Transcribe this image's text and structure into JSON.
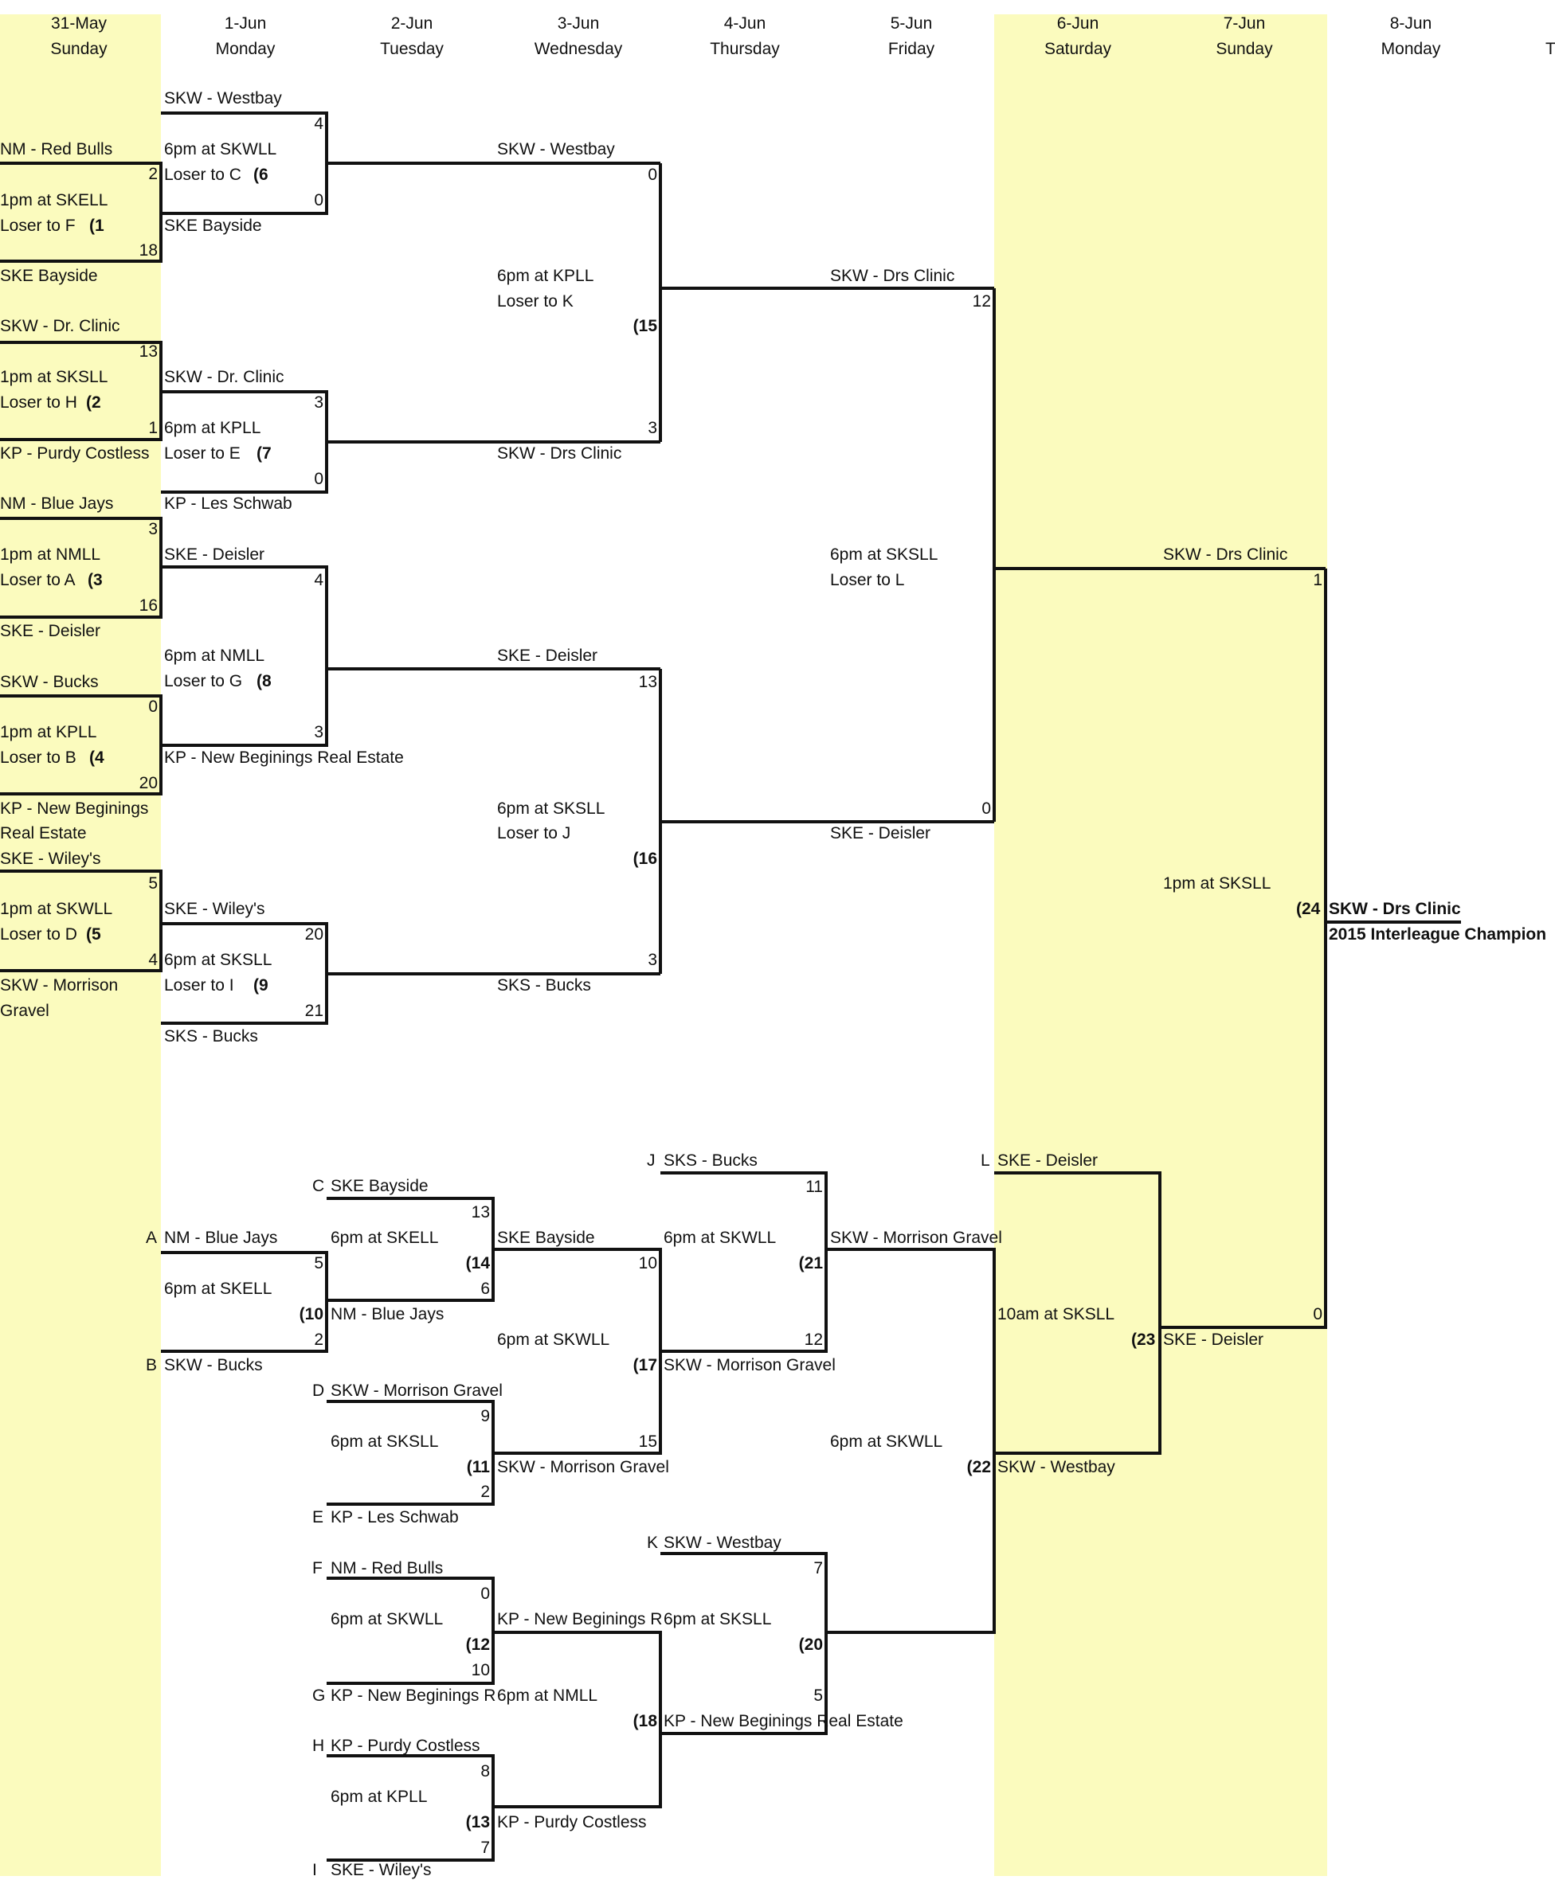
{
  "days": [
    {
      "date": "31-May",
      "dow": "Sunday"
    },
    {
      "date": "1-Jun",
      "dow": "Monday"
    },
    {
      "date": "2-Jun",
      "dow": "Tuesday"
    },
    {
      "date": "3-Jun",
      "dow": "Wednesday"
    },
    {
      "date": "4-Jun",
      "dow": "Thursday"
    },
    {
      "date": "5-Jun",
      "dow": "Friday"
    },
    {
      "date": "6-Jun",
      "dow": "Saturday"
    },
    {
      "date": "7-Jun",
      "dow": "Sunday"
    },
    {
      "date": "8-Jun",
      "dow": "Monday"
    },
    {
      "date": "T",
      "dow": ""
    }
  ],
  "labels": [
    "NM - Red Bulls",
    "2",
    "1pm at SKELL",
    "Loser to F",
    "(1",
    "18",
    "SKE Bayside",
    "SKW - Dr. Clinic",
    "13",
    "1pm at SKSLL",
    "Loser to H",
    "(2",
    "1",
    "KP - Purdy Costless",
    "NM - Blue Jays",
    "3",
    "1pm at  NMLL",
    "Loser to A",
    "(3",
    "16",
    "SKE - Deisler",
    "SKW - Bucks",
    "0",
    "1pm at KPLL",
    "Loser to B",
    "(4",
    "20",
    "KP - New Beginings",
    "Real Estate",
    "SKE - Wiley's",
    "5",
    "1pm at SKWLL",
    "Loser to D",
    "(5",
    "4",
    "SKW - Morrison",
    "Gravel",
    "SKW - Westbay",
    "4",
    "6pm at SKWLL",
    "Loser to C",
    "(6",
    "0",
    "SKE Bayside",
    "SKW - Dr. Clinic",
    "3",
    "6pm at KPLL",
    "Loser to E",
    "(7",
    "0",
    "KP - Les Schwab",
    "SKE - Deisler",
    "4",
    "6pm at NMLL",
    "Loser to G",
    "(8",
    "3",
    "KP - New Beginings Real Estate",
    "SKE - Wiley's",
    "20",
    "6pm at SKSLL",
    "Loser to I",
    "(9",
    "21",
    "SKS - Bucks",
    "SKW - Westbay",
    "0",
    "6pm at KPLL",
    "Loser to K",
    "(15",
    "3",
    "SKW - Drs Clinic",
    "SKE - Deisler",
    "13",
    "6pm at SKSLL",
    "Loser to J",
    "(16",
    "3",
    "SKS - Bucks",
    "SKW - Drs Clinic",
    "12",
    "6pm at SKSLL",
    "Loser to L",
    "0",
    "SKE - Deisler",
    "SKW - Drs Clinic",
    "1",
    "1pm at SKSLL",
    "(24",
    "SKW - Drs Clinic",
    "2015 Interleague Champion",
    "A",
    "NM - Blue Jays",
    "5",
    "6pm at SKELL",
    "(10",
    "2",
    "B",
    "SKW - Bucks",
    "C",
    "SKE Bayside",
    "13",
    "6pm at SKELL",
    "(14",
    "6",
    "NM - Blue Jays",
    "D",
    "SKW - Morrison Gravel",
    "9",
    "6pm at SKSLL",
    "(11",
    "2",
    "E",
    "KP - Les Schwab",
    "F",
    "NM - Red Bulls",
    "0",
    "6pm at SKWLL",
    "(12",
    "10",
    "G",
    "KP - New Beginings R",
    "H",
    "KP - Purdy Costless",
    "8",
    "6pm at KPLL",
    "(13",
    "7",
    "I",
    "SKE - Wiley's",
    "SKE Bayside",
    "10",
    "6pm at SKWLL",
    "(17",
    "15",
    "SKW - Morrison Gravel",
    "KP - New Beginings R",
    "6pm at NMLL",
    "(18",
    "KP - Purdy Costless",
    "J",
    "SKS - Bucks",
    "11",
    "6pm at SKWLL",
    "(21",
    "12",
    "SKW - Morrison Gravel",
    "K",
    "SKW - Westbay",
    "7",
    "6pm at SKSLL",
    "(20",
    "5",
    "KP - New Beginings Real Estate",
    "SKW - Morrison Gravel",
    "6pm at SKWLL",
    "(22",
    "SKW - Westbay",
    "L",
    "SKE - Deisler",
    "10am at SKSLL",
    "(23",
    "0",
    "SKE - Deisler"
  ]
}
